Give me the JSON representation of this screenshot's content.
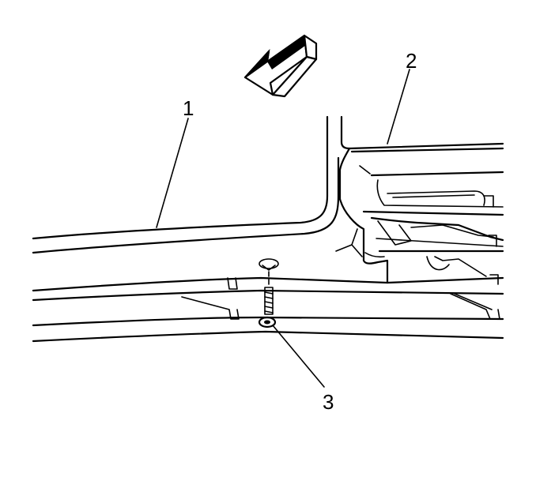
{
  "diagram": {
    "callouts": [
      {
        "id": "1",
        "label": "1"
      },
      {
        "id": "2",
        "label": "2"
      },
      {
        "id": "3",
        "label": "3"
      }
    ],
    "colors": {
      "line": "#000000",
      "background": "#ffffff"
    },
    "icons": {
      "direction": "direction-arrow-icon"
    }
  }
}
